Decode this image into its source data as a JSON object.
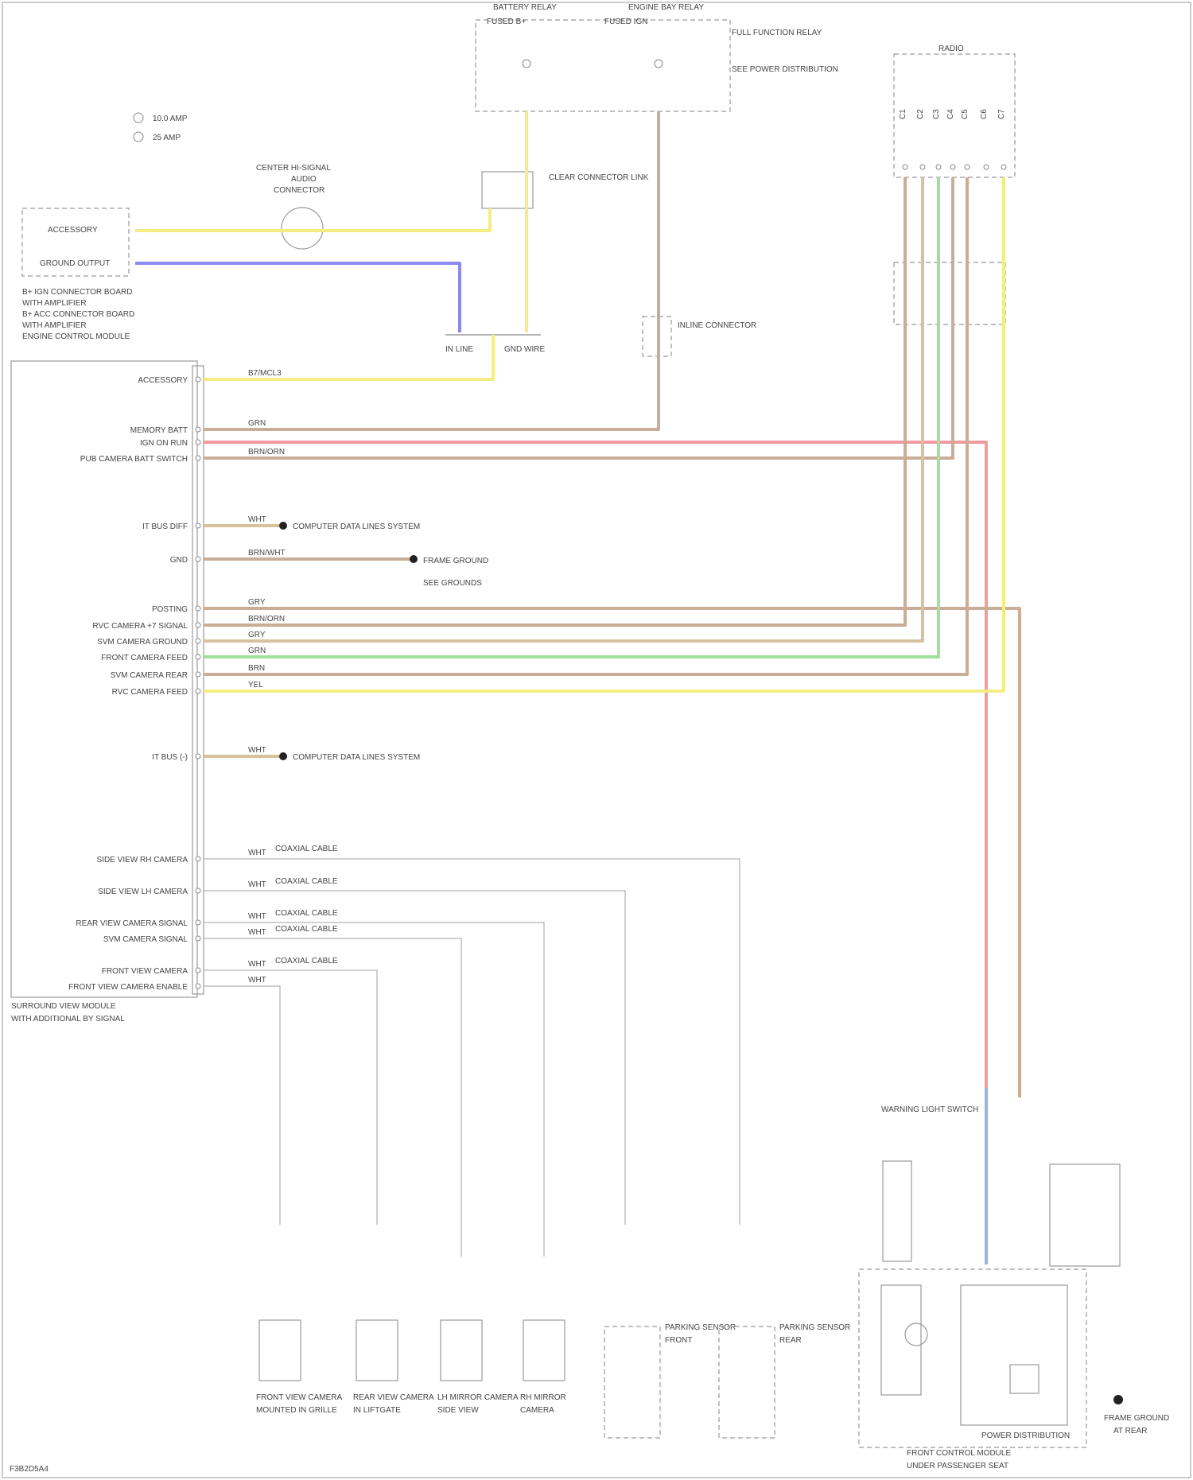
{
  "page_id": "F3B2D5A4",
  "legend": [
    "10.0 AMP",
    "25 AMP"
  ],
  "fuse_boxes": {
    "left_header": "BATTERY RELAY",
    "right_header": "ENGINE BAY RELAY",
    "left_sub": "FUSED B+",
    "right_sub": "FUSED IGN",
    "note": "FULL FUNCTION RELAY",
    "note2": "SEE POWER DISTRIBUTION"
  },
  "jumper_label": "CLEAR CONNECTOR LINK",
  "inline_connector_label": "INLINE CONNECTOR",
  "left_box": {
    "title": "ACCESSORY",
    "pin2": "GROUND OUTPUT",
    "notes": [
      "B+ IGN CONNECTOR BOARD",
      "WITH AMPLIFIER",
      "B+ ACC CONNECTOR BOARD",
      "WITH AMPLIFIER",
      "ENGINE CONTROL MODULE"
    ]
  },
  "coax_connector": {
    "label": "CENTER HI-SIGNAL",
    "label2": "AUDIO",
    "label3": "CONNECTOR"
  },
  "splice_labels": [
    "IN LINE",
    "GND WIRE"
  ],
  "main_module": {
    "title": "SURROUND VIEW MODULE",
    "subtitle": "WITH ADDITIONAL BY SIGNAL",
    "pins": [
      {
        "label": "ACCESSORY",
        "wire": "YEL",
        "circuit": "B7/MCL3"
      },
      {
        "label": "MEMORY BATT",
        "wire": "GRN",
        "circuit": "GRN"
      },
      {
        "label": "IGN ON RUN",
        "wire": "RED",
        "circuit": ""
      },
      {
        "label": "PUB CAMERA BATT SWITCH",
        "wire": "BRN",
        "circuit": "BRN/ORN"
      },
      {
        "label": "IT BUS DIFF",
        "wire": "",
        "circuit": "WHT"
      },
      {
        "label": "GND",
        "wire": "",
        "circuit": "BRN/WHT"
      },
      {
        "label": "POSTING",
        "wire": "",
        "circuit": "GRY"
      },
      {
        "label": "RVC CAMERA +7 SIGNAL",
        "wire": "",
        "circuit": "BRN/ORN"
      },
      {
        "label": "SVM CAMERA GROUND",
        "wire": "",
        "circuit": "GRY"
      },
      {
        "label": "FRONT CAMERA FEED",
        "wire": "",
        "circuit": "GRN"
      },
      {
        "label": "SVM CAMERA REAR",
        "wire": "",
        "circuit": "BRN"
      },
      {
        "label": "RVC CAMERA FEED",
        "wire": "",
        "circuit": "YEL"
      },
      {
        "label": "IT BUS (-)",
        "wire": "",
        "circuit": "WHT"
      },
      {
        "label": "SIDE VIEW RH CAMERA",
        "wire": "",
        "circuit": "WHT"
      },
      {
        "label": "SIDE VIEW LH CAMERA",
        "wire": "",
        "circuit": "WHT"
      },
      {
        "label": "REAR VIEW CAMERA SIGNAL",
        "wire": "",
        "circuit": "WHT"
      },
      {
        "label": "SVM CAMERA SIGNAL",
        "wire": "",
        "circuit": "WHT"
      },
      {
        "label": "FRONT VIEW CAMERA",
        "wire": "",
        "circuit": "WHT"
      },
      {
        "label": "FRONT VIEW CAMERA ENABLE",
        "wire": "",
        "circuit": "WHT"
      }
    ]
  },
  "network_label": "COMPUTER DATA LINES SYSTEM",
  "ground_note": "FRAME GROUND",
  "ground_note2": "SEE GROUNDS",
  "coax_label": "COAXIAL CABLE",
  "connectors_top_right": {
    "title": "RADIO",
    "pins": [
      "C1",
      "C2",
      "C3",
      "C4",
      "C5",
      "C6",
      "C7"
    ]
  },
  "bottom_devices": [
    {
      "label": "FRONT VIEW CAMERA",
      "sub": "MOUNTED IN GRILLE"
    },
    {
      "label": "REAR VIEW CAMERA",
      "sub": "IN LIFTGATE"
    },
    {
      "label": "LH MIRROR CAMERA",
      "sub": "SIDE VIEW"
    },
    {
      "label": "RH MIRROR",
      "sub": "CAMERA"
    },
    {
      "label": "PARKING SENSOR",
      "sub": "FRONT"
    },
    {
      "label": "PARKING SENSOR",
      "sub": "REAR"
    }
  ],
  "bottom_right": {
    "relay_label": "WARNING LIGHT SWITCH",
    "module_label": "POWER DISTRIBUTION",
    "module_sub": "FRONT CONTROL MODULE",
    "module_sub2": "UNDER PASSENGER SEAT",
    "ground_label": "FRAME GROUND",
    "ground_sub": "AT REAR"
  },
  "colors": {
    "yellow": "#f2ee82",
    "blue": "#8a8af0",
    "red": "#f29aa0",
    "brown": "#c9ad96",
    "green": "#9fe09a",
    "tan": "#d8c29e",
    "gray": "#a8a8a8"
  }
}
